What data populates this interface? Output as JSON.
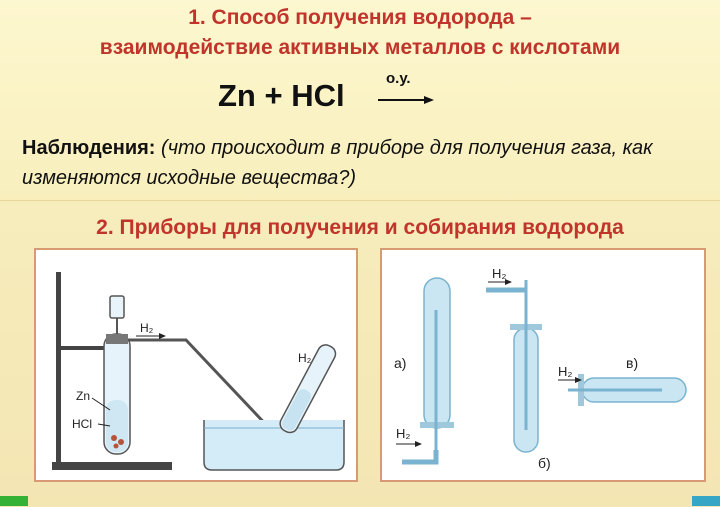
{
  "header": {
    "title_line1": "1. Способ получения водорода –",
    "title_line2": "взаимодействие активных металлов с кислотами"
  },
  "equation": {
    "formula": "Zn + HCl",
    "condition": "о.у."
  },
  "observations": {
    "label": "Наблюдения:",
    "text": "(что происходит в приборе для получения газа, как изменяются исходные вещества?)"
  },
  "section2": {
    "title": "2. Приборы для получения и собирания водорода"
  },
  "left_figure": {
    "h2_label": "H₂",
    "h2_tube_label": "H₂",
    "zn_label": "Zn",
    "hcl_label": "HCl"
  },
  "right_figure": {
    "label_a": "а)",
    "label_b": "б)",
    "label_v": "в)",
    "h2_a": "H₂",
    "h2_b": "H₂",
    "h2_v": "H₂"
  },
  "colors": {
    "title": "#c0342b",
    "background": "#fbf4c4",
    "panel_border": "#d79a74",
    "glass": "#bfe3f2",
    "water": "#d3ecf7"
  }
}
